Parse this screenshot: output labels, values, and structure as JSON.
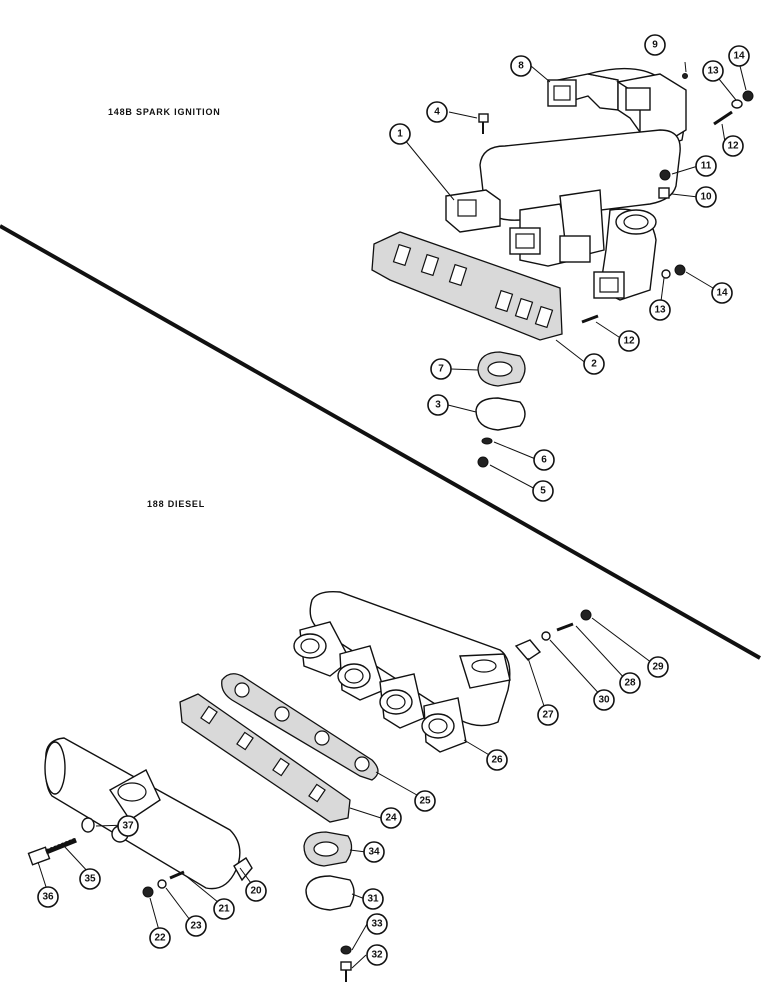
{
  "sections": [
    {
      "id": "spark",
      "title": "148B SPARK IGNITION"
    },
    {
      "id": "diesel",
      "title": "188 DIESEL"
    }
  ],
  "callouts": [
    "1",
    "2",
    "3",
    "4",
    "5",
    "6",
    "7",
    "8",
    "9",
    "10",
    "11",
    "12",
    "12",
    "13",
    "13",
    "14",
    "14",
    "20",
    "21",
    "22",
    "23",
    "24",
    "25",
    "26",
    "27",
    "28",
    "29",
    "30",
    "31",
    "32",
    "33",
    "34",
    "35",
    "36",
    "37"
  ]
}
